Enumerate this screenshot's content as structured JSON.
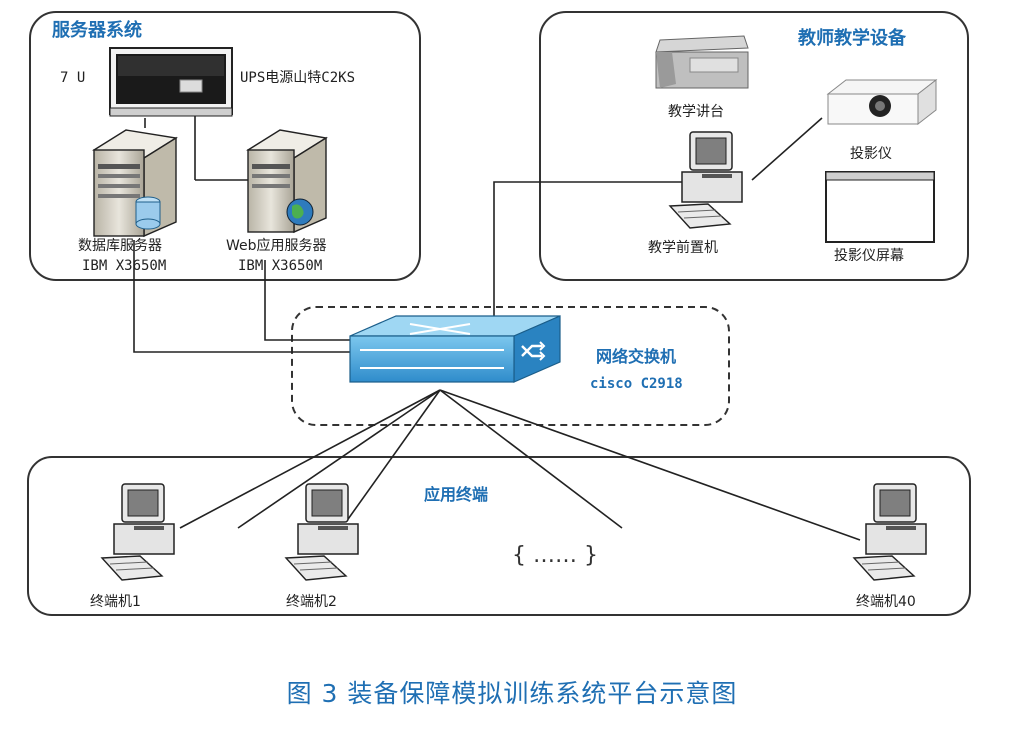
{
  "groups": {
    "server_system": "服务器系统",
    "teaching_equipment": "教师教学设备",
    "terminals": "应用终端"
  },
  "server": {
    "rack_units": "7 U",
    "ups_label": "UPS电源山特C2KS",
    "db_server_line1": "数据库服务器",
    "db_server_line2": "IBM X3650M",
    "web_server_line1": "Web应用服务器",
    "web_server_line2": "IBM X3650M"
  },
  "teaching": {
    "podium": "教学讲台",
    "projector": "投影仪",
    "teacher_pc": "教学前置机",
    "screen": "投影仪屏幕"
  },
  "switch": {
    "name": "网络交换机",
    "model": "cisco C2918"
  },
  "terminals": {
    "t1": "终端机1",
    "t2": "终端机2",
    "t40": "终端机40",
    "ellipsis": "{     ……     }"
  },
  "caption": "图 3 装备保障模拟训练系统平台示意图",
  "colors": {
    "accent_text": "#1f6fb3",
    "switch_blue": "#3a9fd6",
    "server_gray": "#d8d4c8"
  }
}
